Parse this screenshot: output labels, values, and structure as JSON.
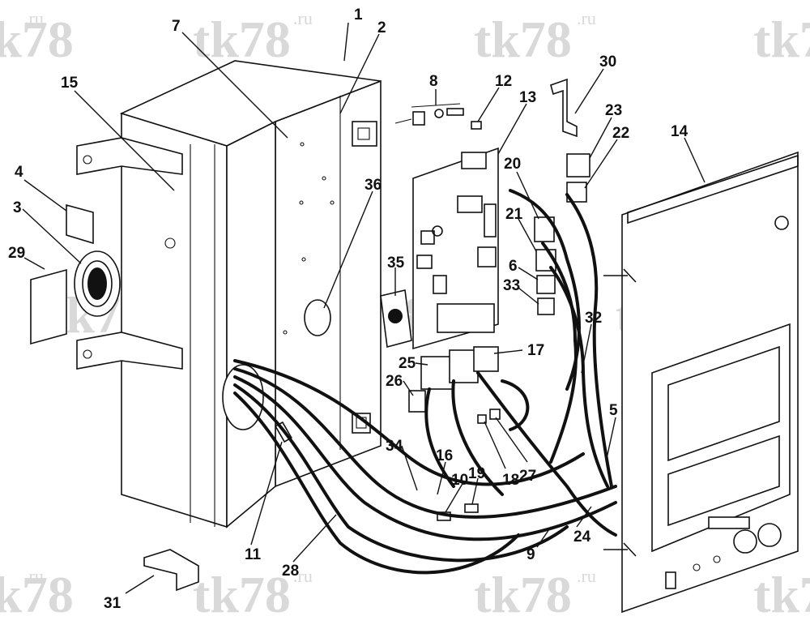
{
  "watermark": {
    "text": "tk78",
    "suffix": ".ru"
  },
  "callouts": [
    {
      "id": "c1",
      "label": "1"
    },
    {
      "id": "c2",
      "label": "2"
    },
    {
      "id": "c3",
      "label": "3"
    },
    {
      "id": "c4",
      "label": "4"
    },
    {
      "id": "c5",
      "label": "5"
    },
    {
      "id": "c6",
      "label": "6"
    },
    {
      "id": "c7",
      "label": "7"
    },
    {
      "id": "c8",
      "label": "8"
    },
    {
      "id": "c9",
      "label": "9"
    },
    {
      "id": "c10",
      "label": "10"
    },
    {
      "id": "c11",
      "label": "11"
    },
    {
      "id": "c12",
      "label": "12"
    },
    {
      "id": "c13",
      "label": "13"
    },
    {
      "id": "c14",
      "label": "14"
    },
    {
      "id": "c15",
      "label": "15"
    },
    {
      "id": "c16",
      "label": "16"
    },
    {
      "id": "c17",
      "label": "17"
    },
    {
      "id": "c18",
      "label": "18"
    },
    {
      "id": "c19",
      "label": "19"
    },
    {
      "id": "c20",
      "label": "20"
    },
    {
      "id": "c21",
      "label": "21"
    },
    {
      "id": "c22",
      "label": "22"
    },
    {
      "id": "c23",
      "label": "23"
    },
    {
      "id": "c24",
      "label": "24"
    },
    {
      "id": "c25",
      "label": "25"
    },
    {
      "id": "c26",
      "label": "26"
    },
    {
      "id": "c27",
      "label": "27"
    },
    {
      "id": "c28",
      "label": "28"
    },
    {
      "id": "c29",
      "label": "29"
    },
    {
      "id": "c30",
      "label": "30"
    },
    {
      "id": "c31",
      "label": "31"
    },
    {
      "id": "c32",
      "label": "32"
    },
    {
      "id": "c33",
      "label": "33"
    },
    {
      "id": "c34",
      "label": "34"
    },
    {
      "id": "c35",
      "label": "35"
    },
    {
      "id": "c36",
      "label": "36"
    }
  ]
}
